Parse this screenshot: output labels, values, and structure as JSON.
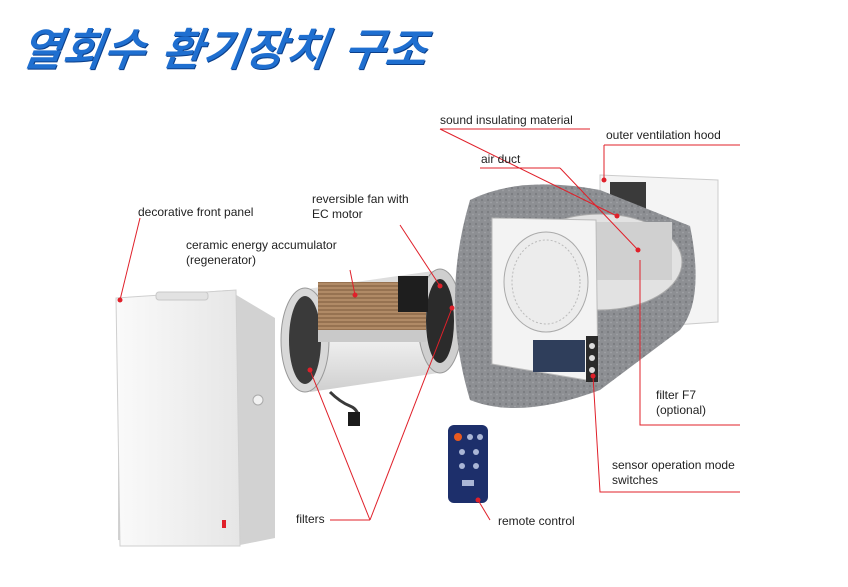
{
  "title": "열회수 환기장치 구조",
  "labels": {
    "sound_insulating": "sound insulating material",
    "outer_hood": "outer ventilation hood",
    "air_duct": "air duct",
    "reversible_fan_1": "reversible fan with",
    "reversible_fan_2": "EC motor",
    "decorative_panel": "decorative front panel",
    "ceramic_1": "ceramic energy accumulator",
    "ceramic_2": "(regenerator)",
    "filter_f7_1": "filter F7",
    "filter_f7_2": "(optional)",
    "sensor_1": "sensor operation mode",
    "sensor_2": "switches",
    "filters": "filters",
    "remote_control": "remote control"
  },
  "colors": {
    "title": "#1f6fd0",
    "leader": "#e0202a"
  }
}
